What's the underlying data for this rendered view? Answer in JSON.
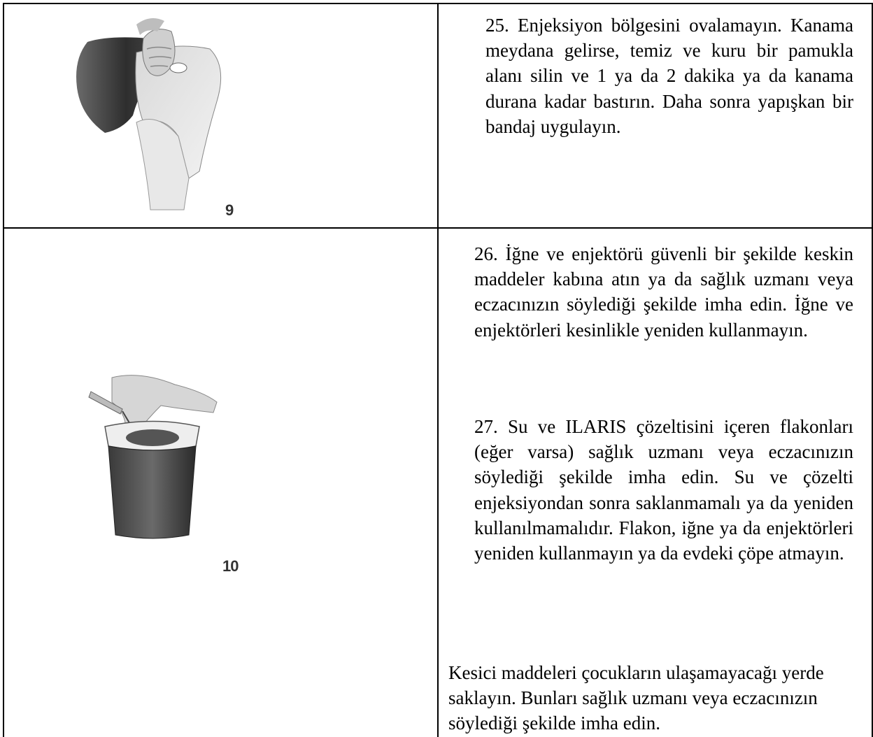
{
  "figures": {
    "fig9_label": "9",
    "fig10_label": "10"
  },
  "steps": {
    "s25": "25. Enjeksiyon bölgesini ovalamayın. Kanama meydana gelirse, temiz ve kuru bir pamukla alanı silin ve 1 ya da 2 dakika ya da kanama durana kadar bastırın. Daha sonra yapışkan bir bandaj uygulayın.",
    "s26": "26. İğne ve enjektörü güvenli bir şekilde keskin maddeler kabına atın ya da sağlık uzmanı veya eczacınızın söylediği şekilde imha edin. İğne ve enjektörleri kesinlikle yeniden kullanmayın.",
    "s27": "27. Su ve ILARIS çözeltisini içeren flakonları (eğer varsa) sağlık uzmanı veya eczacınızın söylediği şekilde imha edin. Su ve çözelti enjeksiyondan sonra saklanmamalı ya da yeniden kullanılmamalıdır. Flakon, iğne ya da enjektörleri yeniden kullanmayın ya da evdeki çöpe atmayın."
  },
  "note": "Kesici maddeleri çocukların ulaşamayacağı yerde saklayın. Bunları sağlık uzmanı veya eczacınızın söylediği şekilde imha edin."
}
